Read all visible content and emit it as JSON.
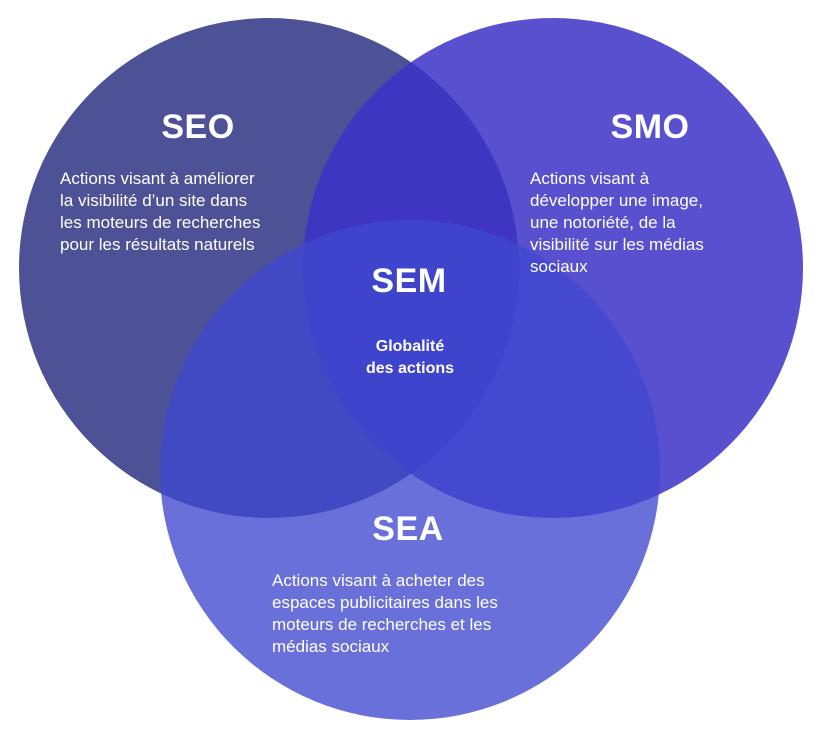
{
  "circles": {
    "seo": {
      "title": "SEO",
      "color": "#2e3383",
      "description": "Actions visant à améliorer\nla visibilité d’un site dans\nles moteurs de recherches\npour les résultats naturels"
    },
    "smo": {
      "title": "SMO",
      "color": "#3c31c8",
      "description": "Actions visant à\ndévelopper une image,\nune notoriété, de la\nvisibilité sur les médias\nsociaux"
    },
    "sea": {
      "title": "SEA",
      "color": "#5058d6",
      "description": "Actions visant à acheter des\nespaces publicitaires dans les\nmoteurs de recherches et les\nmédias sociaux"
    }
  },
  "center": {
    "title": "SEM",
    "description": "Globalité\ndes actions"
  },
  "text_color": "#ffffff"
}
